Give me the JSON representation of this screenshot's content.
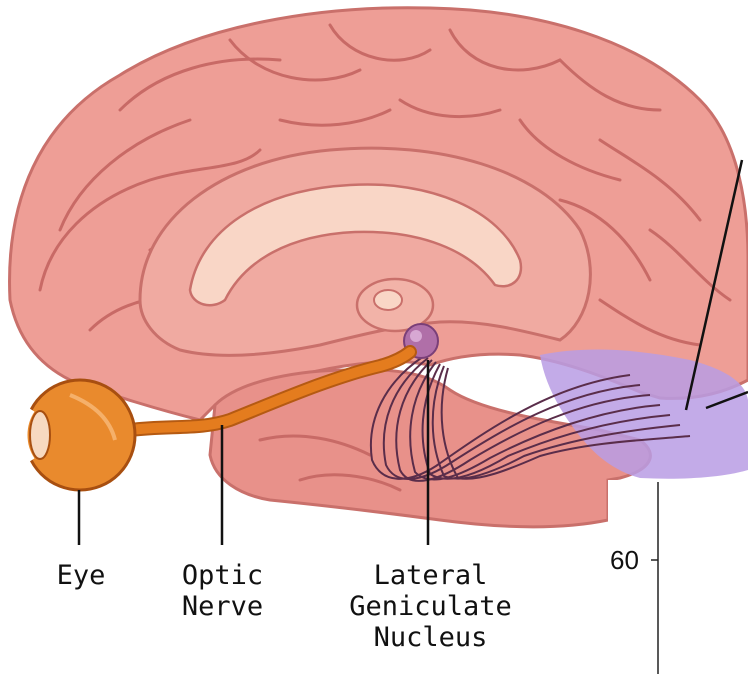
{
  "labels": {
    "eye": "Eye",
    "optic_line1": "Optic",
    "optic_line2": "Nerve",
    "lgn_line1": "Lateral",
    "lgn_line2": "Geniculate",
    "lgn_line3": "Nucleus"
  },
  "inset_axis": {
    "tick_label": "60"
  },
  "colors": {
    "brain": "#ee9e96",
    "brain_dark": "#c9706b",
    "corpus_callosum": "#f9d6c6",
    "optic_nerve": "#e47c1e",
    "eye": "#e98a2d",
    "lgn": "#b06fa8",
    "visual_cortex": "#b99ce4"
  }
}
